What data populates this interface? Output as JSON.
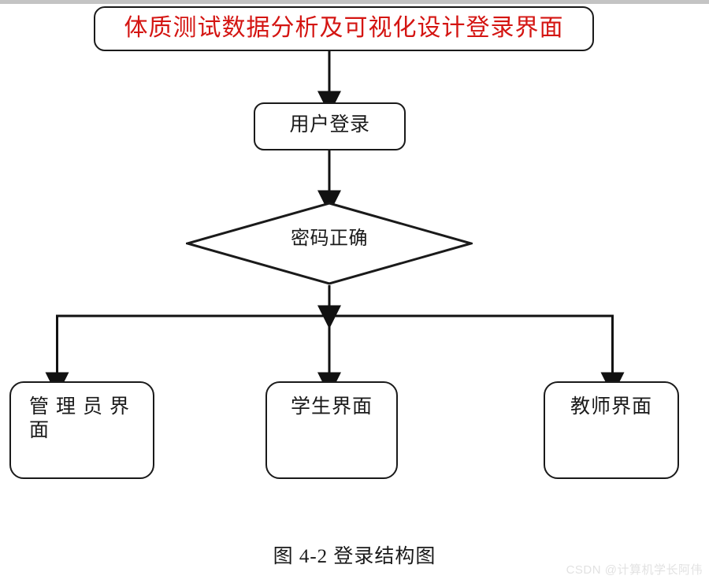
{
  "figure": {
    "caption": "图 4-2 登录结构图",
    "watermark": "CSDN @计算机学长阿伟"
  },
  "colors": {
    "title_text": "#d41512",
    "node_stroke": "#1a1a1a",
    "node_fill": "#ffffff",
    "body_text": "#1a1a1a",
    "watermark": "#e2e2e2",
    "top_band": "#c4c4c4"
  },
  "nodes": {
    "title": {
      "label": "体质测试数据分析及可视化设计登录界面",
      "shape": "rounded-rectangle",
      "text_color": "#d41512"
    },
    "login": {
      "label": "用户登录",
      "shape": "rounded-rectangle",
      "text_color": "#1a1a1a"
    },
    "decision": {
      "label": "密码正确",
      "shape": "diamond",
      "text_color": "#1a1a1a"
    },
    "admin": {
      "label": "管理员界\n面",
      "shape": "rounded-rectangle",
      "text_color": "#1a1a1a"
    },
    "student": {
      "label": "学生界面",
      "shape": "rounded-rectangle",
      "text_color": "#1a1a1a"
    },
    "teacher": {
      "label": "教师界面",
      "shape": "rounded-rectangle",
      "text_color": "#1a1a1a"
    }
  },
  "edges": [
    {
      "from": "title",
      "to": "login",
      "style": "solid-arrow"
    },
    {
      "from": "login",
      "to": "decision",
      "style": "solid-arrow"
    },
    {
      "from": "decision",
      "to": "branch-bus",
      "style": "solid-arrow"
    },
    {
      "from": "branch-bus",
      "to": "admin",
      "style": "solid-arrow"
    },
    {
      "from": "branch-bus",
      "to": "student",
      "style": "solid-arrow"
    },
    {
      "from": "branch-bus",
      "to": "teacher",
      "style": "solid-arrow"
    }
  ]
}
